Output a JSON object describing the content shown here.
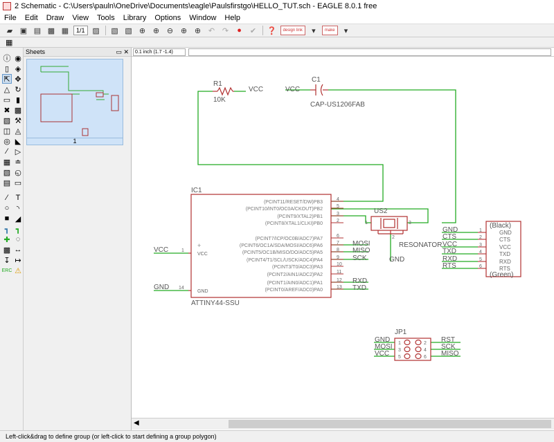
{
  "window": {
    "title": "2 Schematic - C:\\Users\\pauln\\OneDrive\\Documents\\eagle\\Paulsfirstgo\\HELLO_TUT.sch - EAGLE 8.0.1 free"
  },
  "menu": [
    "File",
    "Edit",
    "Draw",
    "View",
    "Tools",
    "Library",
    "Options",
    "Window",
    "Help"
  ],
  "toolbar": {
    "sheet_select": "1/1",
    "brand1": "design link",
    "brand2": "make"
  },
  "sheets_panel": {
    "title": "Sheets",
    "sheet_number": "1"
  },
  "command_bar": {
    "coordinate": "0.1 inch (1.7 -1.4)",
    "command": ""
  },
  "status": "Left-click&drag to define group (or left-click to start defining a group polygon)",
  "schematic": {
    "r1": {
      "name": "R1",
      "value": "10K",
      "net": "VCC"
    },
    "c1": {
      "name": "C1",
      "value": "CAP-US1206FAB",
      "net": "VCC"
    },
    "ic1": {
      "name": "IC1",
      "value": "ATTINY44-SSU",
      "left_pins": [
        {
          "num": "1",
          "name": "VCC",
          "net": "VCC"
        },
        {
          "num": "14",
          "name": "GND",
          "net": "GND"
        }
      ],
      "right_pins": [
        {
          "num": "4",
          "label": "(PCINT11/RESET/DW)PB3",
          "net": ""
        },
        {
          "num": "5",
          "label": "(PCINT10/INT0/OC0A/CKOUT)PB2",
          "net": ""
        },
        {
          "num": "3",
          "label": "(PCINT9/XTAL2)PB1",
          "net": ""
        },
        {
          "num": "2",
          "label": "(PCINT8/XTAL1/CLKI)PB0",
          "net": ""
        },
        {
          "num": "6",
          "label": "(PCINT7/ICP/OC0B/ADC7)PA7",
          "net": ""
        },
        {
          "num": "7",
          "label": "(PCINT6/OC1A/SDA/MOSI/ADC6)PA6",
          "net": "MOSI"
        },
        {
          "num": "8",
          "label": "(PCINT5/OC1B/MISO/DO/ADC5)PA5",
          "net": "MISO"
        },
        {
          "num": "9",
          "label": "(PCINT4/T1/SCL/USCK/ADC4)PA4",
          "net": "SCK"
        },
        {
          "num": "10",
          "label": "(PCINT3/T0/ADC3)PA3",
          "net": ""
        },
        {
          "num": "11",
          "label": "(PCINT2/AIN1/ADC2)PA2",
          "net": ""
        },
        {
          "num": "12",
          "label": "(PCINT1/AIN0/ADC1)PA1",
          "net": "RXD"
        },
        {
          "num": "13",
          "label": "(PCINT0/AREF/ADC0)PA0",
          "net": "TXD"
        }
      ]
    },
    "us2": {
      "name": "US2",
      "value": "RESONATOR",
      "net": "GND",
      "pins": [
        "1",
        "2",
        "3"
      ]
    },
    "ftdi": {
      "top": "(Black)",
      "bottom": "(Green)",
      "pins": [
        {
          "num": "1",
          "name": "GND",
          "net": "GND"
        },
        {
          "num": "2",
          "name": "CTS",
          "net": "CTS"
        },
        {
          "num": "3",
          "name": "VCC",
          "net": "VCC"
        },
        {
          "num": "4",
          "name": "TXD",
          "net": "TXD"
        },
        {
          "num": "5",
          "name": "RXD",
          "net": "RXD"
        },
        {
          "num": "6",
          "name": "RTS",
          "net": "RTS"
        }
      ]
    },
    "jp1": {
      "name": "JP1",
      "left": [
        {
          "num": "1",
          "net": "GND"
        },
        {
          "num": "3",
          "net": "MOSI"
        },
        {
          "num": "5",
          "net": "VCC"
        }
      ],
      "right": [
        {
          "num": "2",
          "net": "RST"
        },
        {
          "num": "4",
          "net": "SCK"
        },
        {
          "num": "6",
          "net": "MISO"
        }
      ]
    }
  }
}
